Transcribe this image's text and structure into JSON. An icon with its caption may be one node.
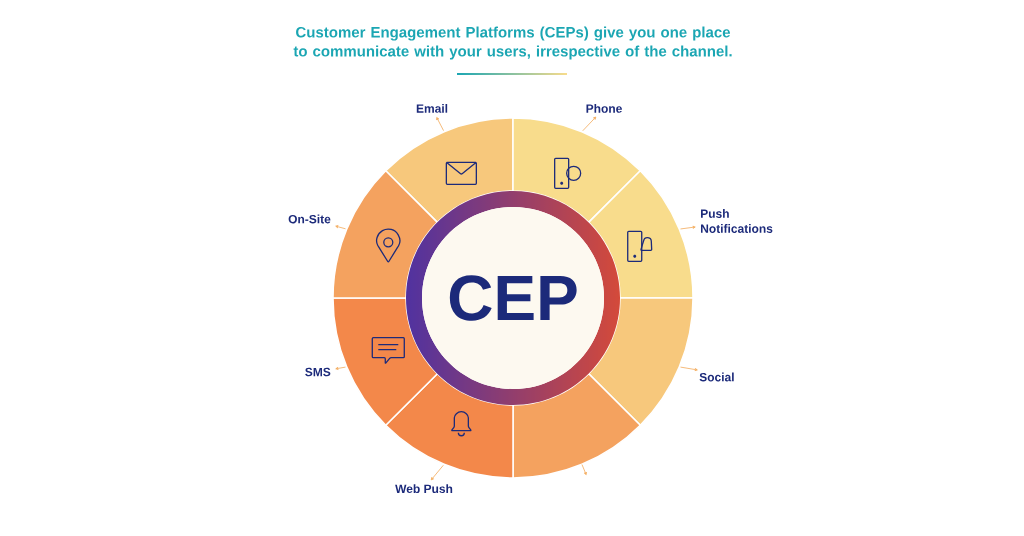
{
  "diagram": {
    "title": "Customer Engagement Platforms (CEPs) give you one place to communicate with your users, irrespective of the channel.",
    "nodes": [
      {
        "text": [
          "CEP"
        ]
      },
      {
        "text": [],
        "shape": "wedge"
      },
      {
        "text": [],
        "shape": "wedge"
      },
      {
        "text": [],
        "shape": "wedge"
      },
      {
        "text": [],
        "shape": "wedge"
      },
      {
        "text": [],
        "shape": "wedge"
      },
      {
        "text": [],
        "shape": "wedge"
      },
      {
        "text": [],
        "shape": "wedge"
      },
      {
        "text": [],
        "shape": "wedge"
      },
      {
        "text": [
          "Email"
        ]
      },
      {
        "text": [
          "Phone"
        ]
      },
      {
        "text": [
          "Push Notifications"
        ]
      },
      {
        "text": [
          "Social"
        ]
      },
      {
        "text": [
          "Web Push"
        ]
      },
      {
        "text": [
          "SMS"
        ]
      },
      {
        "text": [
          "On-Site"
        ]
      }
    ],
    "edges": [
      {
        "from": 1,
        "to": 9,
        "arrow": "to"
      },
      {
        "from": 2,
        "to": 10,
        "arrow": "to"
      },
      {
        "from": 3,
        "to": 11,
        "arrow": "to"
      },
      {
        "from": 4,
        "to": 12,
        "arrow": "to"
      },
      {
        "from": 5,
        "to": null,
        "arrow": "to"
      },
      {
        "from": 6,
        "to": 13,
        "arrow": "to"
      },
      {
        "from": 7,
        "to": 14,
        "arrow": "to"
      },
      {
        "from": 8,
        "to": 15,
        "arrow": "to"
      }
    ]
  }
}
